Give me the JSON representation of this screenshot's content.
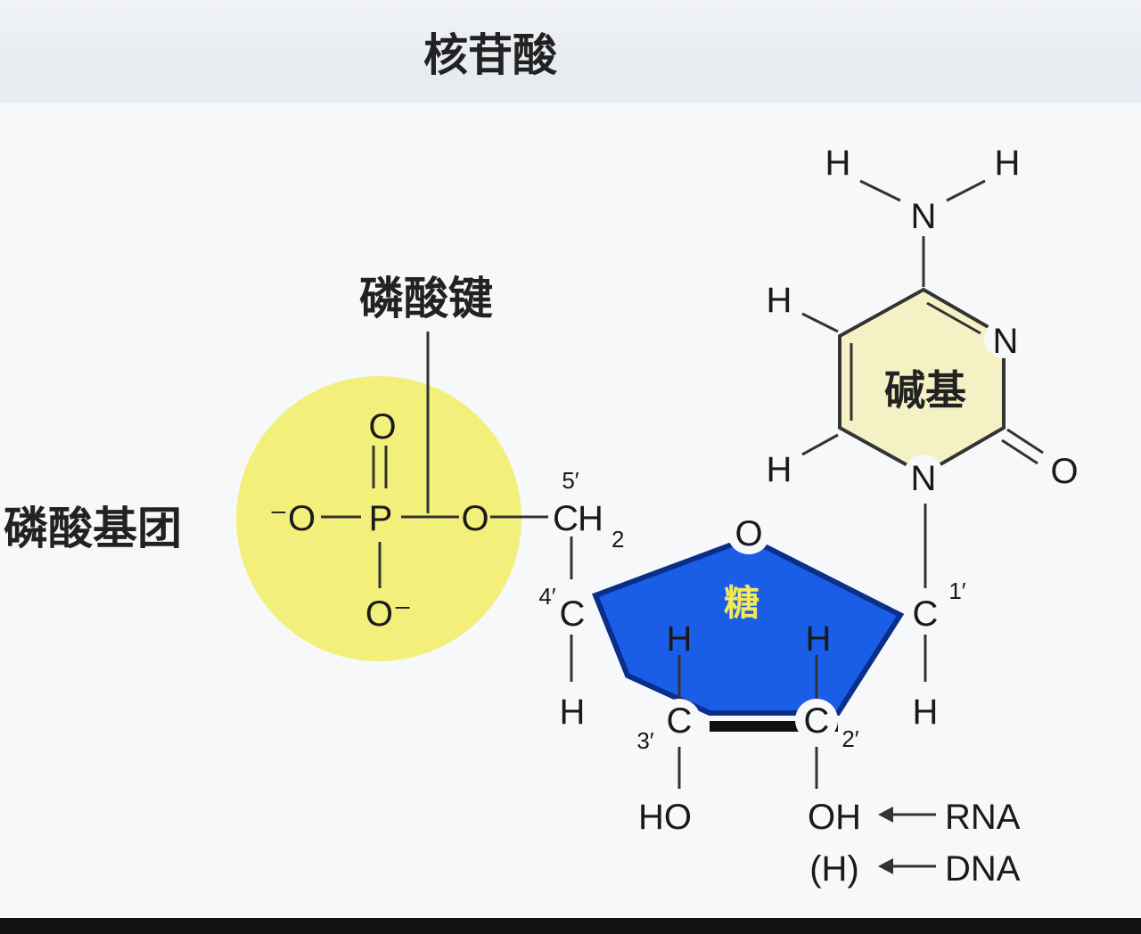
{
  "title": "核苷酸",
  "labels": {
    "phosphate_bond": "磷酸键",
    "phosphate_group": "磷酸基团",
    "base": "碱基",
    "sugar": "糖"
  },
  "atoms": {
    "o_top": "O",
    "o_minus_left": "⁻O",
    "p": "P",
    "o_bridge": "O",
    "o_bottom": "O⁻",
    "ch2_c": "C",
    "ch2_h": "H",
    "ch2_sub": "2",
    "pos5": "5′",
    "ring_o": "O",
    "c4": "C",
    "pos4": "4′",
    "h4": "H",
    "c3": "C",
    "pos3": "3′",
    "h3": "H",
    "ho3": "HO",
    "c2": "C",
    "pos2": "2′",
    "h2": "H",
    "oh2": "OH",
    "c1": "C",
    "pos1": "1′",
    "h1": "H",
    "n_glyco": "N",
    "n_ring": "N",
    "o_carbonyl": "O",
    "n_amino": "N",
    "h_amino_left": "H",
    "h_amino_right": "H",
    "h5": "H",
    "h6": "H",
    "h_paren": "(H)"
  },
  "legend": {
    "rna": "RNA",
    "dna": "DNA"
  },
  "colors": {
    "phosphate_fill": "#f2f07a",
    "sugar_fill": "#1a5ee8",
    "base_fill": "#f4f1c4",
    "sugar_label": "#f5e95a",
    "bottom_bar": "#111111"
  }
}
